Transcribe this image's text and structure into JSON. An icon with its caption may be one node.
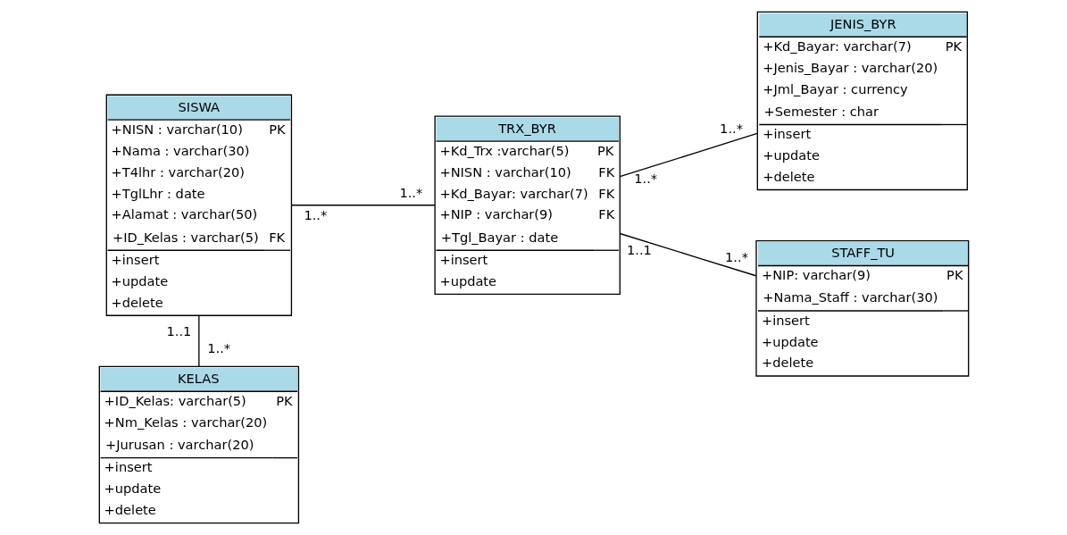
{
  "diagram": {
    "nodes": [
      {
        "text": [
          "SISWA",
          "+NISN : varchar(10)",
          "PK",
          "+Nama : varchar(30)",
          "+T4lhr : varchar(20)",
          "+TglLhr : date",
          "+Alamat : varchar(50)",
          "+ID_Kelas : varchar(5)",
          "FK",
          "+insert",
          "+update",
          "+delete"
        ]
      },
      {
        "text": [
          "JENIS_BYR",
          "+Kd_Bayar: varchar(7)",
          "PK",
          "+Jenis_Bayar : varchar(20)",
          "+Jml_Bayar : currency",
          "+Semester : char",
          "+insert",
          "+update",
          "+delete"
        ]
      },
      {
        "text": [
          "TRX_BYR",
          "+Kd_Trx :varchar(5)",
          "PK",
          "+NISN : varchar(10)",
          "FK",
          "+Kd_Bayar: varchar(7)",
          "FK",
          "+NIP : varchar(9)",
          "FK",
          "+Tgl_Bayar : date",
          "+insert",
          "+update"
        ]
      },
      {
        "text": [
          "KELAS",
          "+ID_Kelas: varchar(5)",
          "PK",
          "+Nm_Kelas : varchar(20)",
          "+Jurusan : varchar(20)",
          "+insert",
          "+update",
          "+delete"
        ]
      },
      {
        "text": [
          "STAFF_TU",
          "+NIP: varchar(9)",
          "PK",
          "+Nama_Staff : varchar(30)",
          "+insert",
          "+update",
          "+delete"
        ]
      }
    ],
    "edges": [
      {
        "from": 0,
        "to": 2,
        "arrow": "none"
      },
      {
        "from": 0,
        "to": 3,
        "arrow": "none"
      },
      {
        "from": 2,
        "to": 1,
        "arrow": "none"
      },
      {
        "from": 2,
        "to": 4,
        "arrow": "none"
      }
    ],
    "labels": [
      "1..*",
      "1..*",
      "1..*",
      "1..1",
      "1..*",
      "1..1",
      "1..*",
      "1..*"
    ]
  }
}
